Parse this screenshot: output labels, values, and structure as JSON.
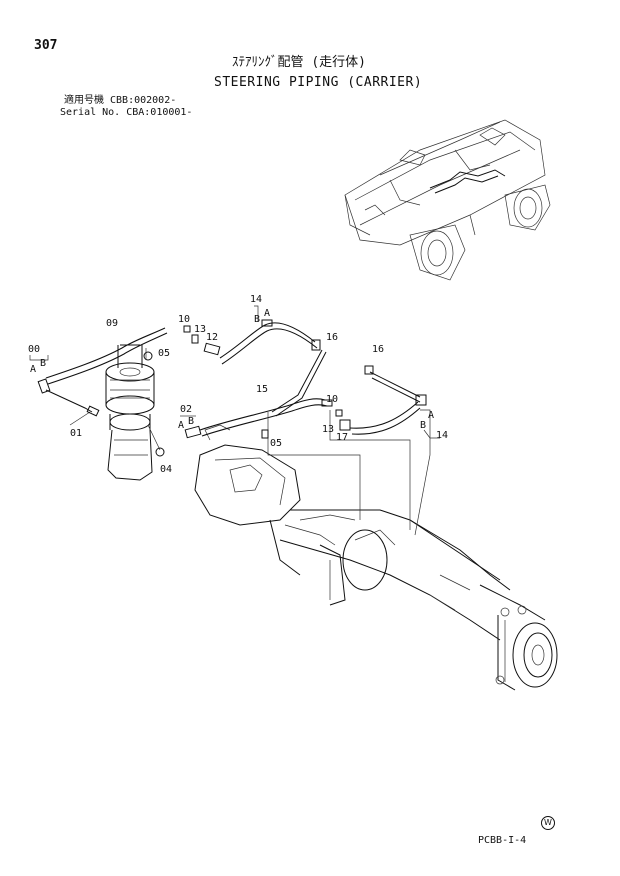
{
  "page": {
    "number": "307",
    "title_jp": "ｽﾃｱﾘﾝｸﾞ配管 (走行体)",
    "title_en": "STEERING PIPING (CARRIER)",
    "serial_line1": "適用号機  CBB:002002-",
    "serial_line2": "Serial No. CBA:010001-",
    "page_code": "PCBB-I-4",
    "mark": "W"
  },
  "callouts": {
    "c00": "00",
    "c01": "01",
    "c02": "02",
    "c04": "04",
    "c05a": "05",
    "c05b": "05",
    "c09": "09",
    "c10a": "10",
    "c10b": "10",
    "c12": "12",
    "c13a": "13",
    "c13b": "17",
    "c13c": "13",
    "c14a": "14",
    "c14b": "14",
    "c15": "15",
    "c16a": "16",
    "c16b": "16",
    "a1": "A",
    "b1": "B",
    "a2": "A",
    "b2": "B",
    "a3": "A",
    "b3": "B",
    "a4": "A",
    "b4": "B"
  }
}
